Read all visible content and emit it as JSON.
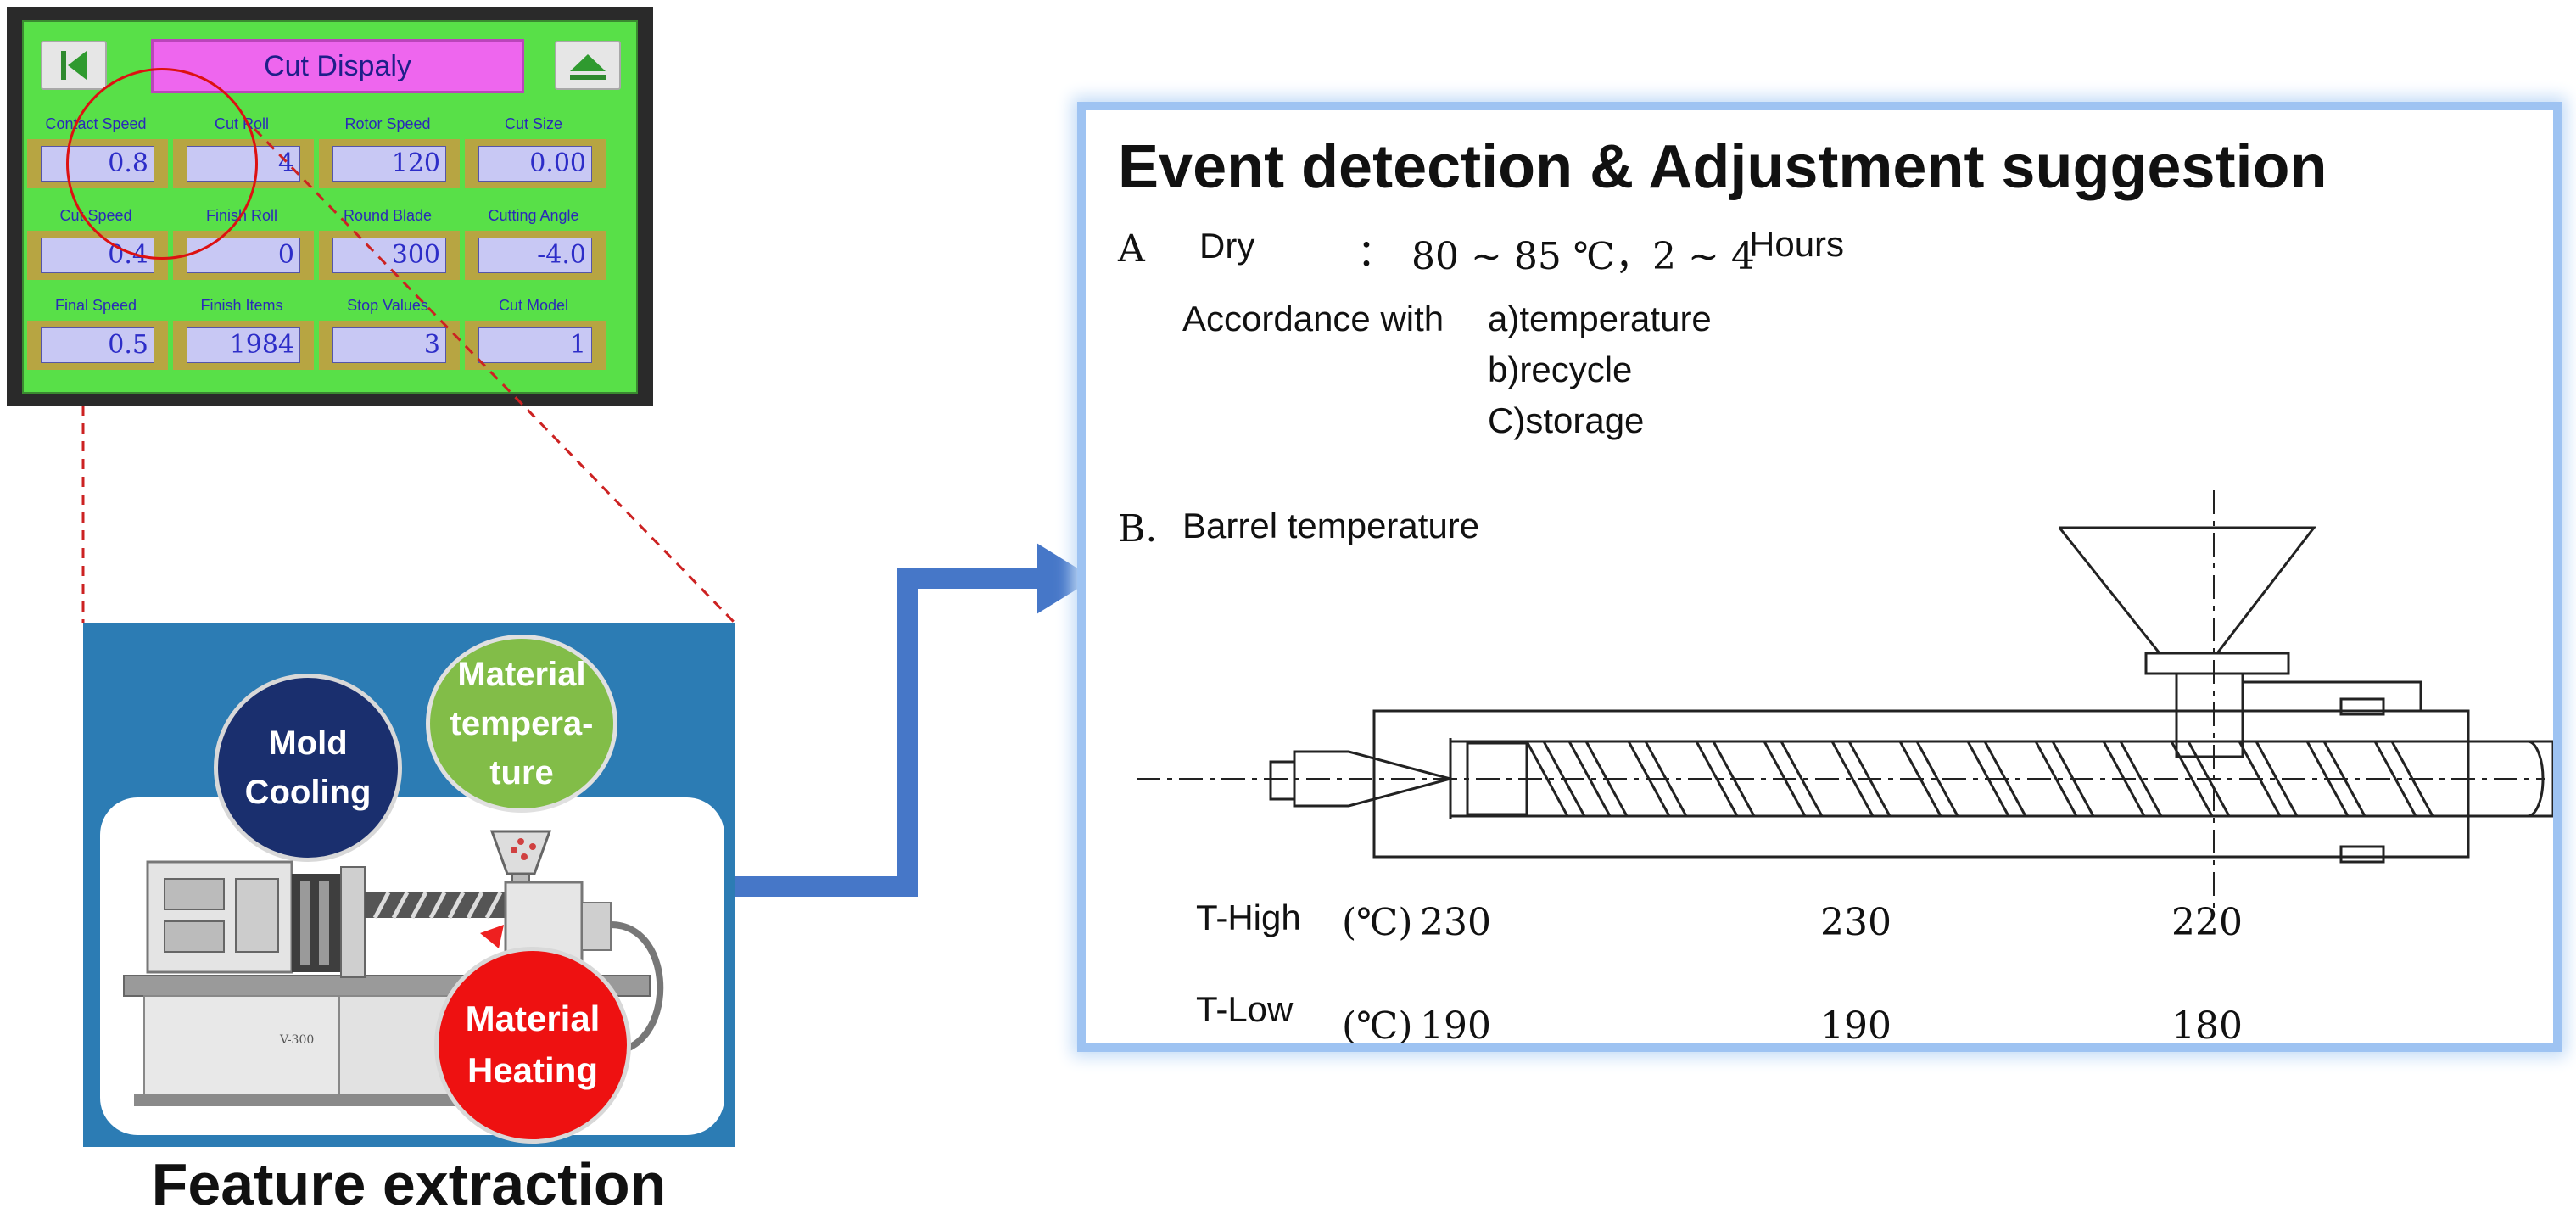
{
  "hmi": {
    "title": "Cut Dispaly",
    "fields": [
      {
        "label": "Contact Speed",
        "value": "0.8"
      },
      {
        "label": "Cut Roll",
        "value": "4"
      },
      {
        "label": "Rotor Speed",
        "value": "120"
      },
      {
        "label": "Cut Size",
        "value": "0.00"
      },
      {
        "label": "Cut Speed",
        "value": "0.4"
      },
      {
        "label": "Finish Roll",
        "value": "0"
      },
      {
        "label": "Round Blade",
        "value": "300"
      },
      {
        "label": "Cutting Angle",
        "value": "-4.0"
      },
      {
        "label": "Final Speed",
        "value": "0.5"
      },
      {
        "label": "Finish Items",
        "value": "1984"
      },
      {
        "label": "Stop Values",
        "value": "3"
      },
      {
        "label": "Cut Model",
        "value": "1"
      }
    ]
  },
  "feature": {
    "label": "Feature extraction",
    "bubbles": {
      "mold_cooling": "Mold Cooling",
      "material_temperature": "Material tempera-ture",
      "material_heating": "Material Heating"
    },
    "machine_model": "V-300"
  },
  "document": {
    "title": "Event detection & Adjustment suggestion",
    "section_a": {
      "letter": "A",
      "name": "Dry",
      "colon": "：",
      "spec": "80 ~ 85 ℃，2 ~ 4",
      "unit": "Hours",
      "accordance_prefix": "Accordance with",
      "criteria": [
        "a)temperature",
        "b)recycle",
        "C)storage"
      ]
    },
    "section_b": {
      "letter": "B.",
      "name": "Barrel temperature",
      "rows": [
        {
          "label": "T-High",
          "unit": "(℃)",
          "values": [
            "230",
            "230",
            "220"
          ]
        },
        {
          "label": "T-Low",
          "unit": "(℃)",
          "values": [
            "190",
            "190",
            "180"
          ]
        }
      ]
    }
  },
  "colors": {
    "hmi_screen": "#58e048",
    "hmi_title_bg": "#ee66ee",
    "panel_blue": "#2c7cb4",
    "arrow_blue": "#4677c8",
    "bubble_mold": "#1a2f6e",
    "bubble_temperature": "#82bd48",
    "bubble_heating": "#ee1111",
    "doc_border": "#9ec3f2"
  }
}
